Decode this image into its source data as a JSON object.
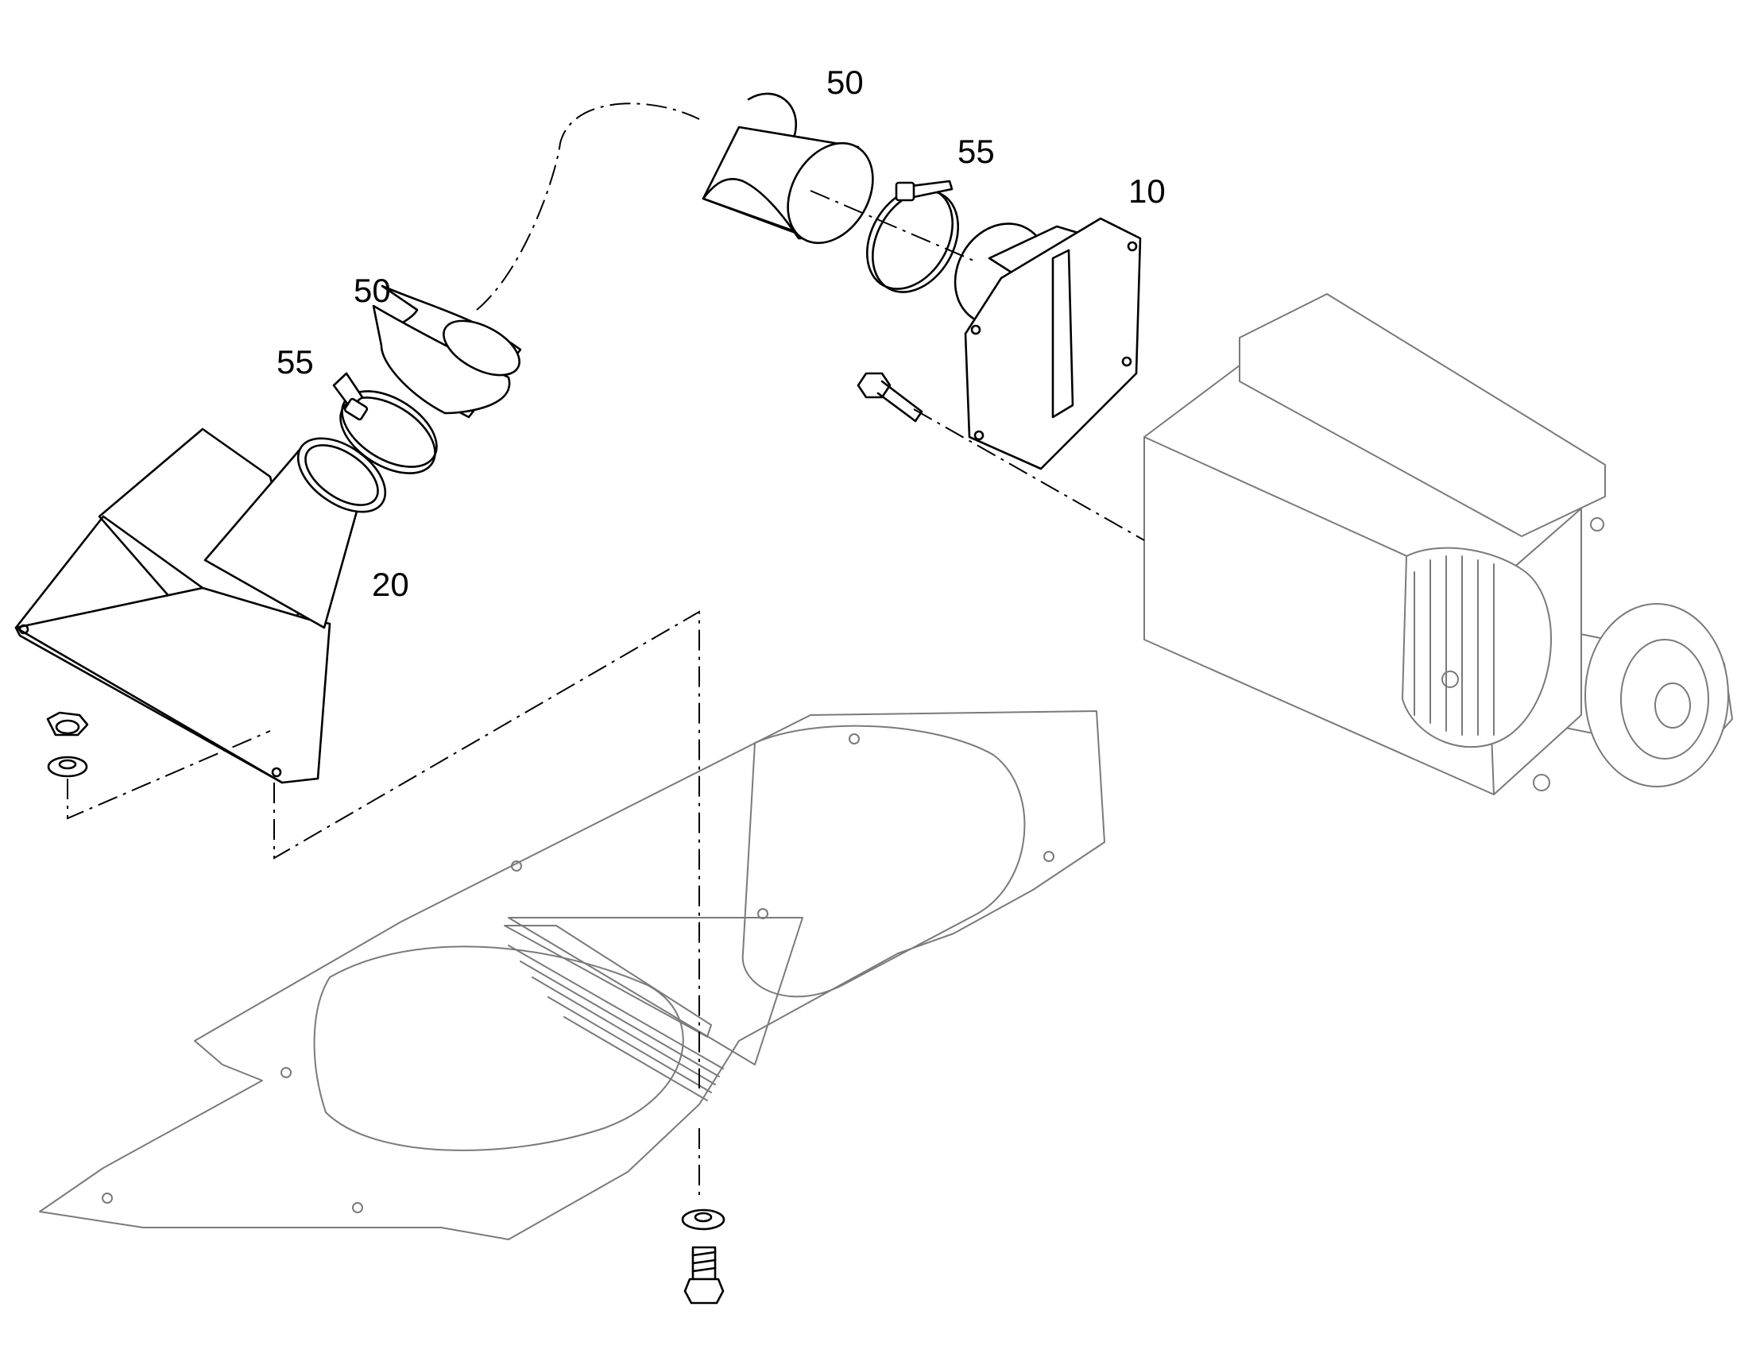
{
  "labels": {
    "hose_upper": "50",
    "clamp_upper": "55",
    "plate_motor": "10",
    "hose_lower": "50",
    "clamp_lower": "55",
    "hood_funnel": "20"
  },
  "colors": {
    "line": "#000000",
    "base": "#7a7a7a",
    "background": "#ffffff"
  }
}
